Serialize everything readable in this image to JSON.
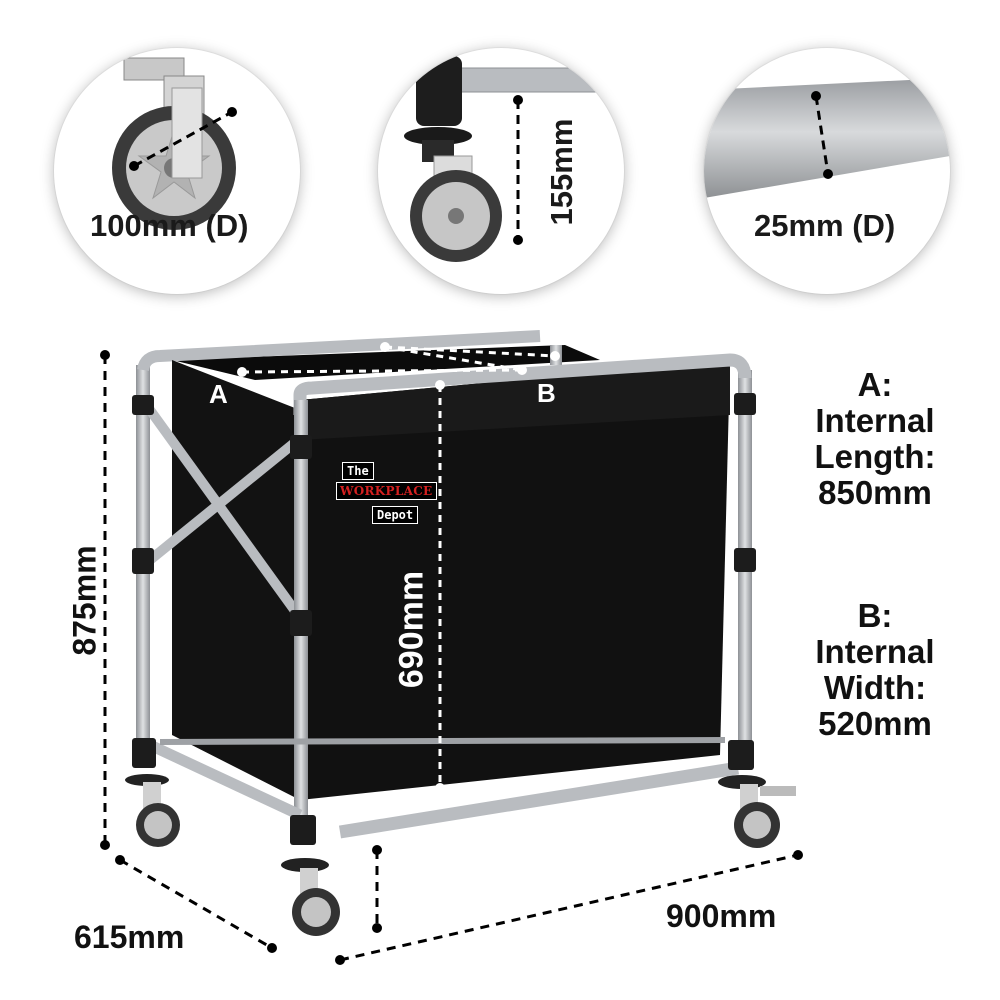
{
  "details": [
    {
      "label": "100mm (D)",
      "icon": "castor-wheel-icon"
    },
    {
      "label": "155mm",
      "icon": "castor-mount-icon"
    },
    {
      "label": "25mm (D)",
      "icon": "tube-section-icon"
    }
  ],
  "dimensions": {
    "height": "875mm",
    "depth": "615mm",
    "width": "900mm",
    "internal_height": "690mm",
    "corner_a": "A",
    "corner_b": "B"
  },
  "logo": {
    "line1": "The",
    "line2": "WORKPLACE",
    "line3": "Depot"
  },
  "specs": {
    "a": {
      "title": "A:",
      "line1": "Internal",
      "line2": "Length:",
      "value": "850mm"
    },
    "b": {
      "title": "B:",
      "line1": "Internal",
      "line2": "Width:",
      "value": "520mm"
    }
  },
  "colors": {
    "frame": "#b9bcc0",
    "bag": "#101010",
    "joint": "#1c1c1c",
    "text": "#111111"
  }
}
